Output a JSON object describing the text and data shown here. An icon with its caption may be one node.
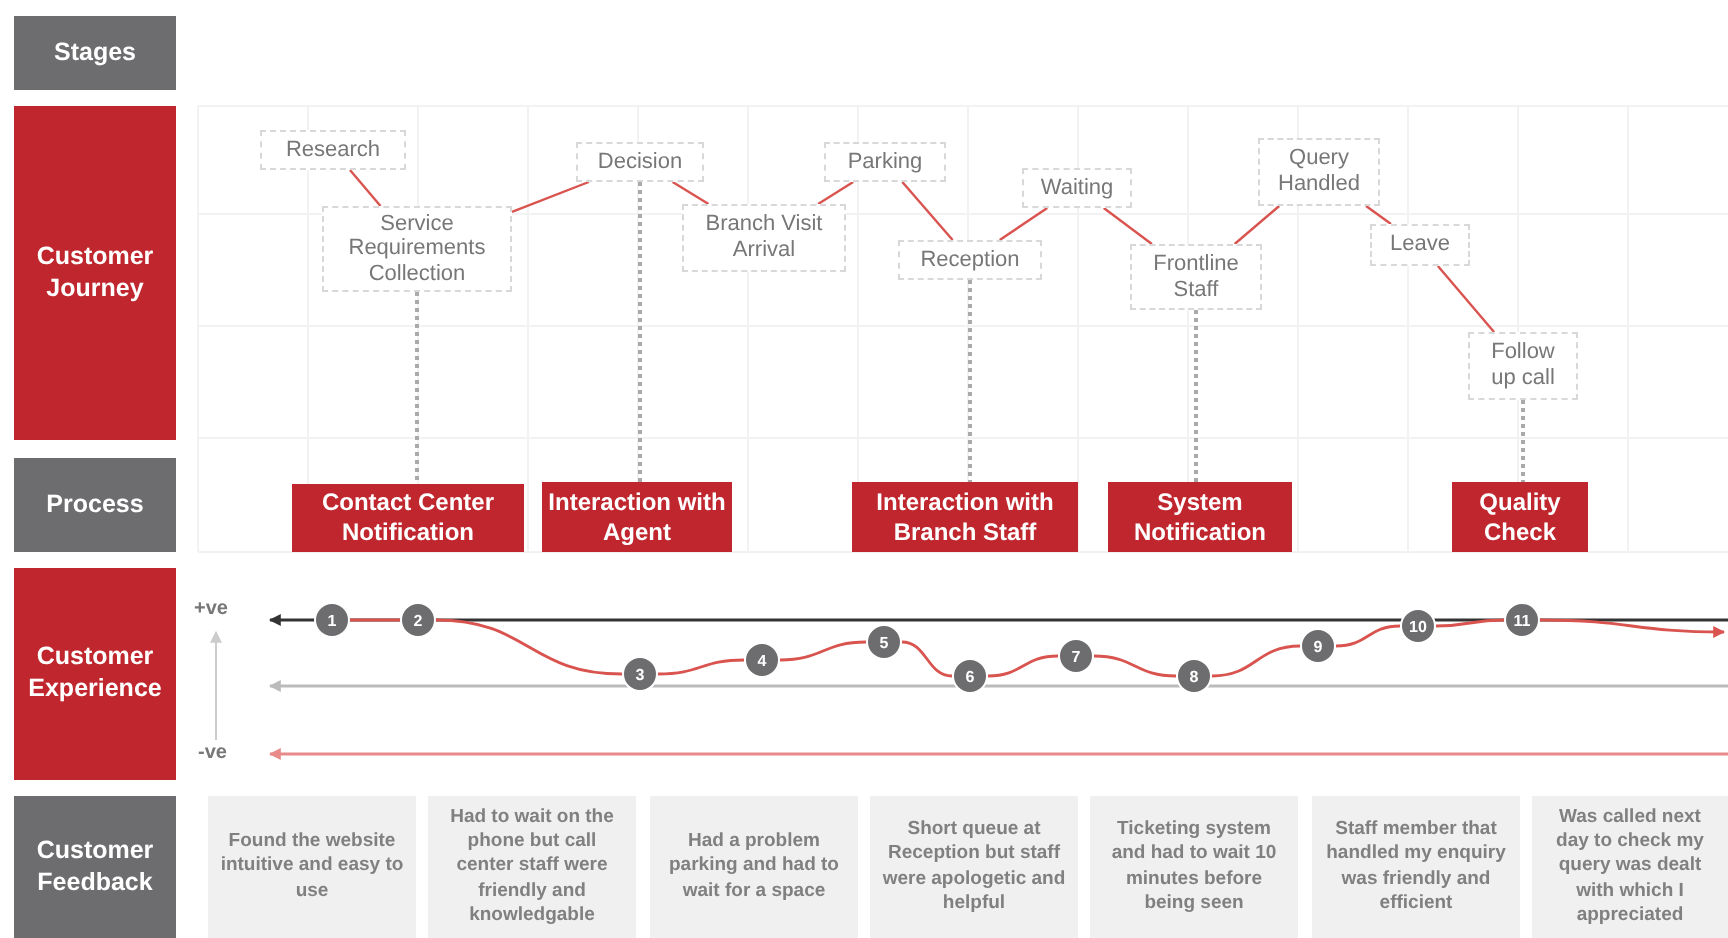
{
  "diagram": {
    "nodes": [
      {
        "text": [
          "Stages"
        ]
      },
      {
        "text": [
          "Customer Journey"
        ]
      },
      {
        "text": [
          "Process"
        ]
      },
      {
        "text": [
          "Customer Experience"
        ]
      },
      {
        "text": [
          "Customer Feedback"
        ]
      },
      {
        "text": [
          "Research"
        ]
      },
      {
        "text": [
          "Service Requirements Collection"
        ]
      },
      {
        "text": [
          "Decision"
        ]
      },
      {
        "text": [
          "Branch Visit Arrival"
        ]
      },
      {
        "text": [
          "Parking"
        ]
      },
      {
        "text": [
          "Reception"
        ]
      },
      {
        "text": [
          "Waiting"
        ]
      },
      {
        "text": [
          "Frontline Staff"
        ]
      },
      {
        "text": [
          "Query Handled"
        ]
      },
      {
        "text": [
          "Leave"
        ]
      },
      {
        "text": [
          "Follow up call"
        ]
      },
      {
        "text": [
          "Contact Center Notification"
        ]
      },
      {
        "text": [
          "Interaction with Agent"
        ]
      },
      {
        "text": [
          "Interaction with Branch Staff"
        ]
      },
      {
        "text": [
          "System Notification"
        ]
      },
      {
        "text": [
          "Quality Check"
        ]
      },
      {
        "text": [
          "1"
        ]
      },
      {
        "text": [
          "2"
        ]
      },
      {
        "text": [
          "3"
        ]
      },
      {
        "text": [
          "4"
        ]
      },
      {
        "text": [
          "5"
        ]
      },
      {
        "text": [
          "6"
        ]
      },
      {
        "text": [
          "7"
        ]
      },
      {
        "text": [
          "8"
        ]
      },
      {
        "text": [
          "9"
        ]
      },
      {
        "text": [
          "10"
        ]
      },
      {
        "text": [
          "11"
        ]
      },
      {
        "text": [
          "Found the website intuitive and easy to use"
        ]
      },
      {
        "text": [
          "Had to wait on the phone but call center staff were friendly and knowledgable"
        ]
      },
      {
        "text": [
          "Had a problem parking and had to wait for a space"
        ]
      },
      {
        "text": [
          "Short queue at Reception but staff were apologetic and helpful"
        ]
      },
      {
        "text": [
          "Ticketing system and had to wait 10 minutes before being seen"
        ]
      },
      {
        "text": [
          "Staff member that handled my enquiry was friendly and efficient"
        ]
      },
      {
        "text": [
          "Was called next day to check my query was dealt with which I appreciated"
        ]
      }
    ],
    "edges": [
      {
        "from": 5,
        "to": 6,
        "arrow": "none"
      },
      {
        "from": 6,
        "to": 7,
        "arrow": "none"
      },
      {
        "from": 7,
        "to": 8,
        "arrow": "none"
      },
      {
        "from": 8,
        "to": 9,
        "arrow": "none"
      },
      {
        "from": 9,
        "to": 10,
        "arrow": "none"
      },
      {
        "from": 10,
        "to": 11,
        "arrow": "none"
      },
      {
        "from": 11,
        "to": 12,
        "arrow": "none"
      },
      {
        "from": 12,
        "to": 13,
        "arrow": "none"
      },
      {
        "from": 13,
        "to": 14,
        "arrow": "none"
      },
      {
        "from": 14,
        "to": 15,
        "arrow": "none"
      },
      {
        "from": 6,
        "to": 16,
        "arrow": "none",
        "style": "dashed",
        "color": "#aaaaaa"
      },
      {
        "from": 7,
        "to": 17,
        "arrow": "none",
        "style": "dashed",
        "color": "#aaaaaa"
      },
      {
        "from": 10,
        "to": 18,
        "arrow": "none",
        "style": "dashed",
        "color": "#aaaaaa"
      },
      {
        "from": 12,
        "to": 19,
        "arrow": "none",
        "style": "dashed",
        "color": "#aaaaaa"
      },
      {
        "from": 15,
        "to": 20,
        "arrow": "none",
        "style": "dashed",
        "color": "#aaaaaa"
      },
      {
        "from": 21,
        "to": 22,
        "arrow": "none"
      },
      {
        "from": 22,
        "to": 23,
        "arrow": "none"
      },
      {
        "from": 23,
        "to": 24,
        "arrow": "none"
      },
      {
        "from": 24,
        "to": 25,
        "arrow": "none"
      },
      {
        "from": 25,
        "to": 26,
        "arrow": "none"
      },
      {
        "from": 26,
        "to": 27,
        "arrow": "none"
      },
      {
        "from": 27,
        "to": 28,
        "arrow": "none"
      },
      {
        "from": 28,
        "to": 29,
        "arrow": "none"
      },
      {
        "from": 29,
        "to": 30,
        "arrow": "none"
      },
      {
        "from": 30,
        "to": 31,
        "arrow": "none"
      },
      {
        "from": 31,
        "to": null,
        "arrow": "to"
      }
    ],
    "labels": [
      "+ve",
      "-ve"
    ]
  }
}
